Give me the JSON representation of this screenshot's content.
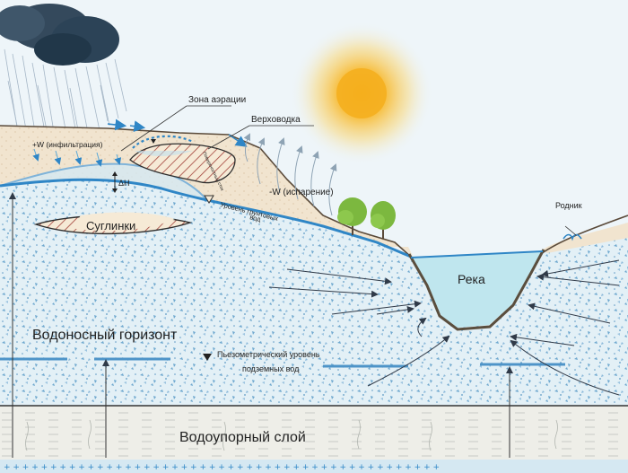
{
  "labels": {
    "aeration_zone": "Зона аэрации",
    "perched_water": "Верховодка",
    "infiltration": "+W (инфильтрация)",
    "delta_h": "ΔH",
    "evaporation": "-W (испарение)",
    "surface_runoff": "Поверхностный сток",
    "groundwater_level_1": "Уровень грунтовых",
    "groundwater_level_2": "вод",
    "loams": "Суглинки",
    "spring": "Родник",
    "river": "Река",
    "aquifer": "Водоносный горизонт",
    "piezometric_1": "Пьезометрический уровень",
    "piezometric_2": "подземных вод",
    "aquiclude": "Водоупорный слой"
  },
  "colors": {
    "sky": "#eef5f9",
    "aquifer": "#e3f0f6",
    "aquifer_speckle": "#6fa8cf",
    "water_table": "#2f86c6",
    "soil": "#f1e4cf",
    "river": "#bfe6ee",
    "sun": "#f4b323",
    "cloud": "#2c4357",
    "tree": "#7cb83f",
    "aquiclude": "#eeeee8",
    "arrow_dark": "#303a48",
    "piezometric": "#4e94c8"
  }
}
